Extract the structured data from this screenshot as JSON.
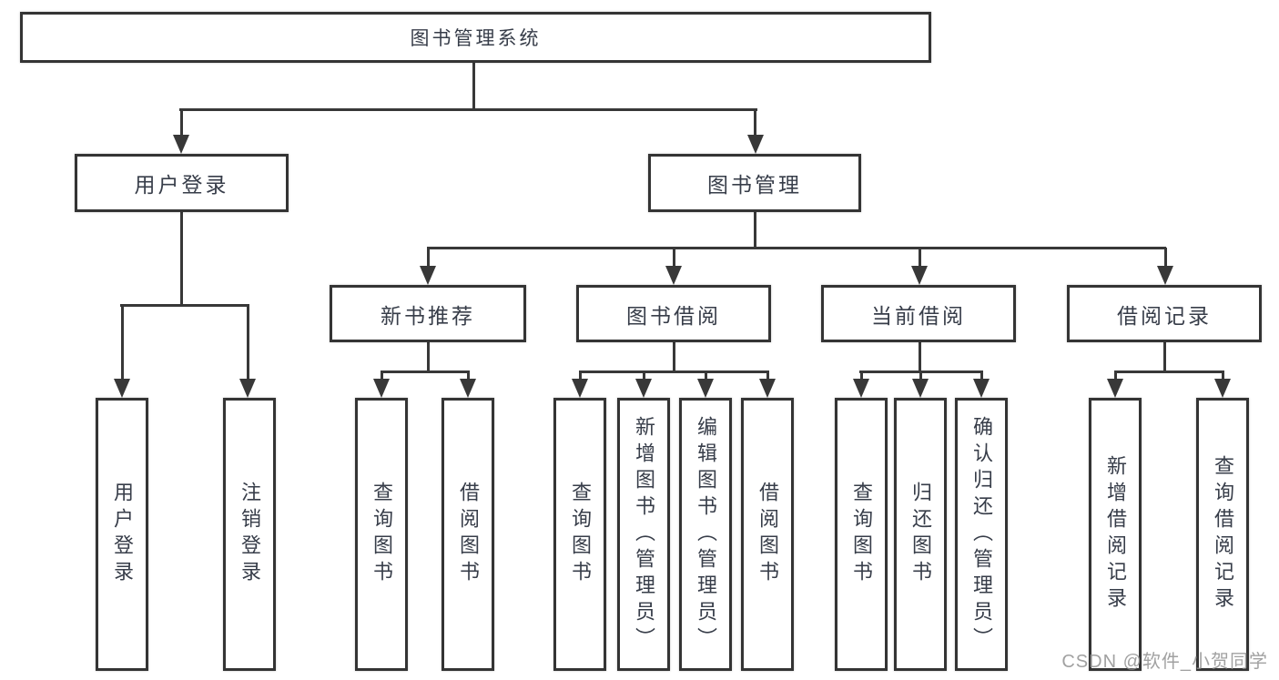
{
  "diagram": {
    "root": {
      "label": "图书管理系统"
    },
    "branches": [
      {
        "label": "用户登录",
        "children": [
          {
            "label": "用户登录"
          },
          {
            "label": "注销登录"
          }
        ]
      },
      {
        "label": "图书管理",
        "children": [
          {
            "label": "新书推荐",
            "children": [
              {
                "label": "查询图书"
              },
              {
                "label": "借阅图书"
              }
            ]
          },
          {
            "label": "图书借阅",
            "children": [
              {
                "label": "查询图书"
              },
              {
                "label": "新增图书（管理员）"
              },
              {
                "label": "编辑图书（管理员）"
              },
              {
                "label": "借阅图书"
              }
            ]
          },
          {
            "label": "当前借阅",
            "children": [
              {
                "label": "查询图书"
              },
              {
                "label": "归还图书"
              },
              {
                "label": "确认归还（管理员）"
              }
            ]
          },
          {
            "label": "借阅记录",
            "children": [
              {
                "label": "新增借阅记录"
              },
              {
                "label": "查询借阅记录"
              }
            ]
          }
        ]
      }
    ]
  },
  "watermark": {
    "text": "CSDN @软件_小贺同学"
  },
  "colors": {
    "line": "#383838",
    "text": "#373d49",
    "watermark": "#919191"
  }
}
